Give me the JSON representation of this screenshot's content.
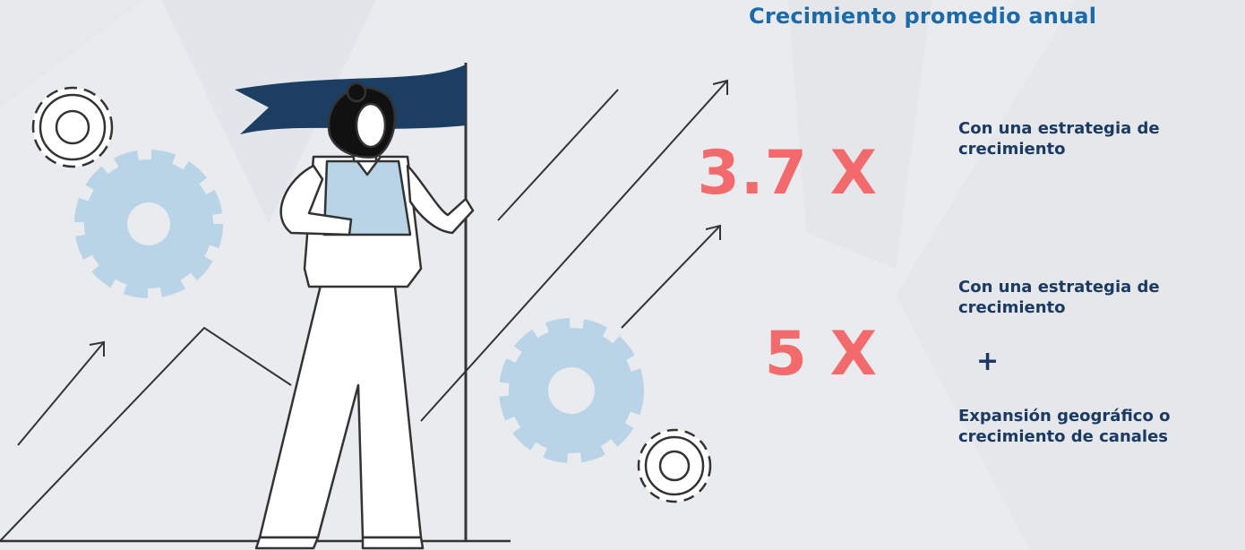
{
  "title": "Crecimiento promedio anual",
  "stats": [
    {
      "value": "3.7 X",
      "description": "Con una estrategia de crecimiento"
    },
    {
      "value": "5 X",
      "description_top": "Con una estrategia de crecimiento",
      "plus": "+",
      "description_bottom": "Expansión geográfico o crecimiento de canales"
    }
  ],
  "colors": {
    "title": "#1c6aa7",
    "value": "#f36a6c",
    "description": "#1b3a63",
    "flag": "#1c3e63",
    "vest": "#b8d4e6",
    "gear_fill": "#b8d4e6",
    "background": "#e9ebee"
  },
  "icons": [
    "gear-icon",
    "flag-icon",
    "arrow-icon",
    "person-illustration"
  ]
}
